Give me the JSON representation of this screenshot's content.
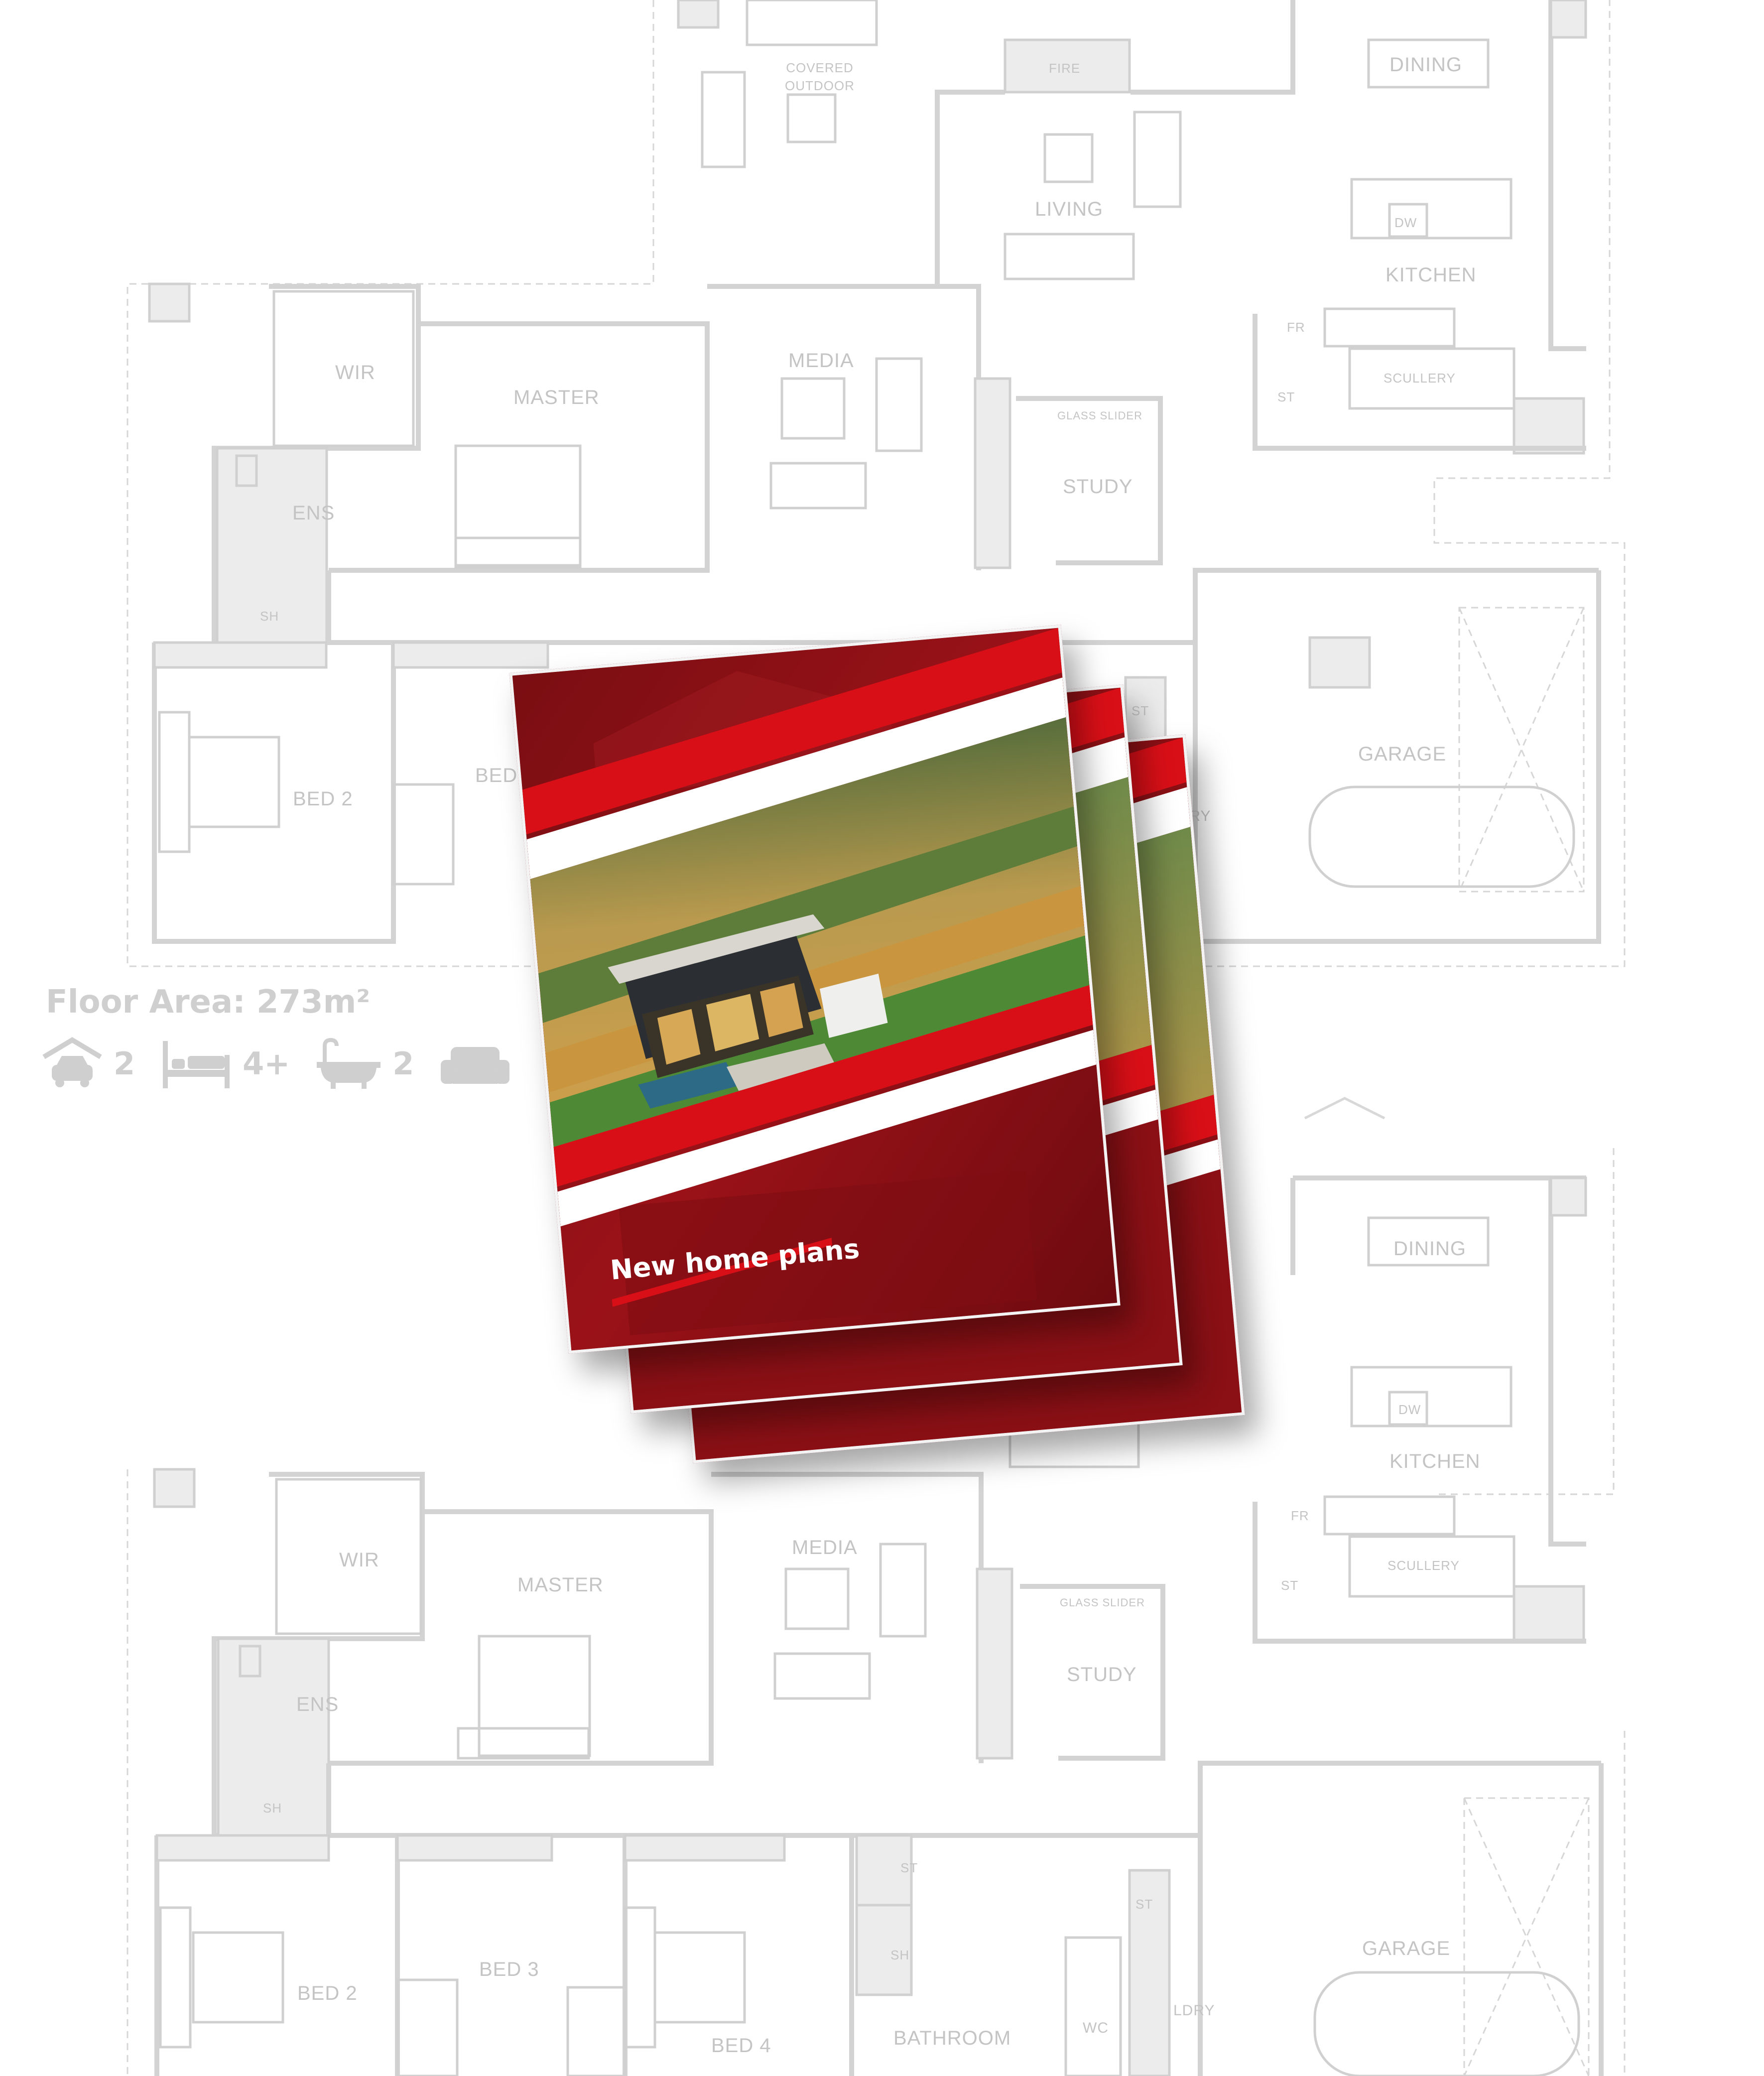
{
  "rooms_top": {
    "covered_outdoor": "COVERED OUTDOOR",
    "fire": "FIRE",
    "dining": "DINING",
    "living": "LIVING",
    "kitchen": "KITCHEN",
    "dw": "DW",
    "fr": "FR",
    "scullery": "SCULLERY",
    "wir": "WIR",
    "master": "MASTER",
    "media": "MEDIA",
    "glass_slider": "GLASS SLIDER",
    "study": "STUDY",
    "ens": "ENS",
    "sh": "SH",
    "bed2": "BED 2",
    "bed3_partial": "BED",
    "garage": "GARAGE",
    "ldry": "LDRY",
    "st": "ST"
  },
  "rooms_bottom": {
    "dining": "DINING",
    "kitchen": "KITCHEN",
    "dw": "DW",
    "fr": "FR",
    "scullery": "SCULLERY",
    "wir": "WIR",
    "master": "MASTER",
    "media": "MEDIA",
    "glass_slider": "GLASS SLIDER",
    "study": "STUDY",
    "ens": "ENS",
    "sh": "SH",
    "bed2": "BED 2",
    "bed3": "BED 3",
    "bed4": "BED 4",
    "bathroom": "BATHROOM",
    "wc": "WC",
    "garage": "GARAGE",
    "ldry": "LDRY",
    "st": "ST"
  },
  "specs": {
    "floor_area": "Floor Area: 273m²",
    "garage_count": "2",
    "bed_count": "4+",
    "bath_count": "2",
    "living_icon": "sofa-icon"
  },
  "brochure": {
    "cover_title": "New home plans",
    "colors": {
      "primary": "#8a1015",
      "accent": "#d90f17",
      "stripe": "#ffffff"
    }
  }
}
